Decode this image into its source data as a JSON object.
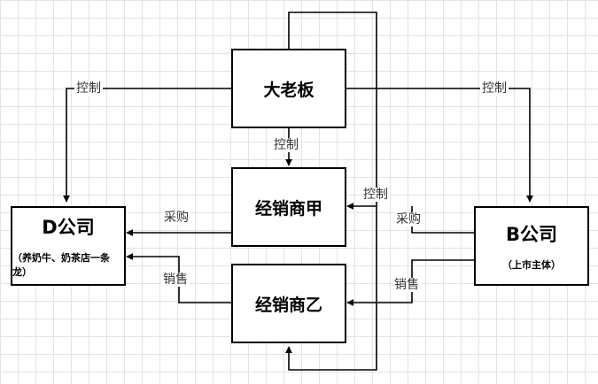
{
  "nodes": {
    "boss": {
      "label": "大老板"
    },
    "dealer_a": {
      "label": "经销商甲"
    },
    "dealer_b": {
      "label": "经销商乙"
    },
    "company_d": {
      "label": "D公司",
      "sub": "（养奶牛、奶茶店一条龙）"
    },
    "company_b": {
      "label": "B公司",
      "sub": "（上市主体）"
    }
  },
  "edges": {
    "boss_to_d": "控制",
    "boss_to_b": "控制",
    "boss_to_dealer_a": "控制",
    "boss_loop": "控制",
    "dealer_a_to_d": "采购",
    "b_to_dealer_a": "采购",
    "dealer_b_to_d": "销售",
    "b_to_dealer_b": "销售"
  }
}
